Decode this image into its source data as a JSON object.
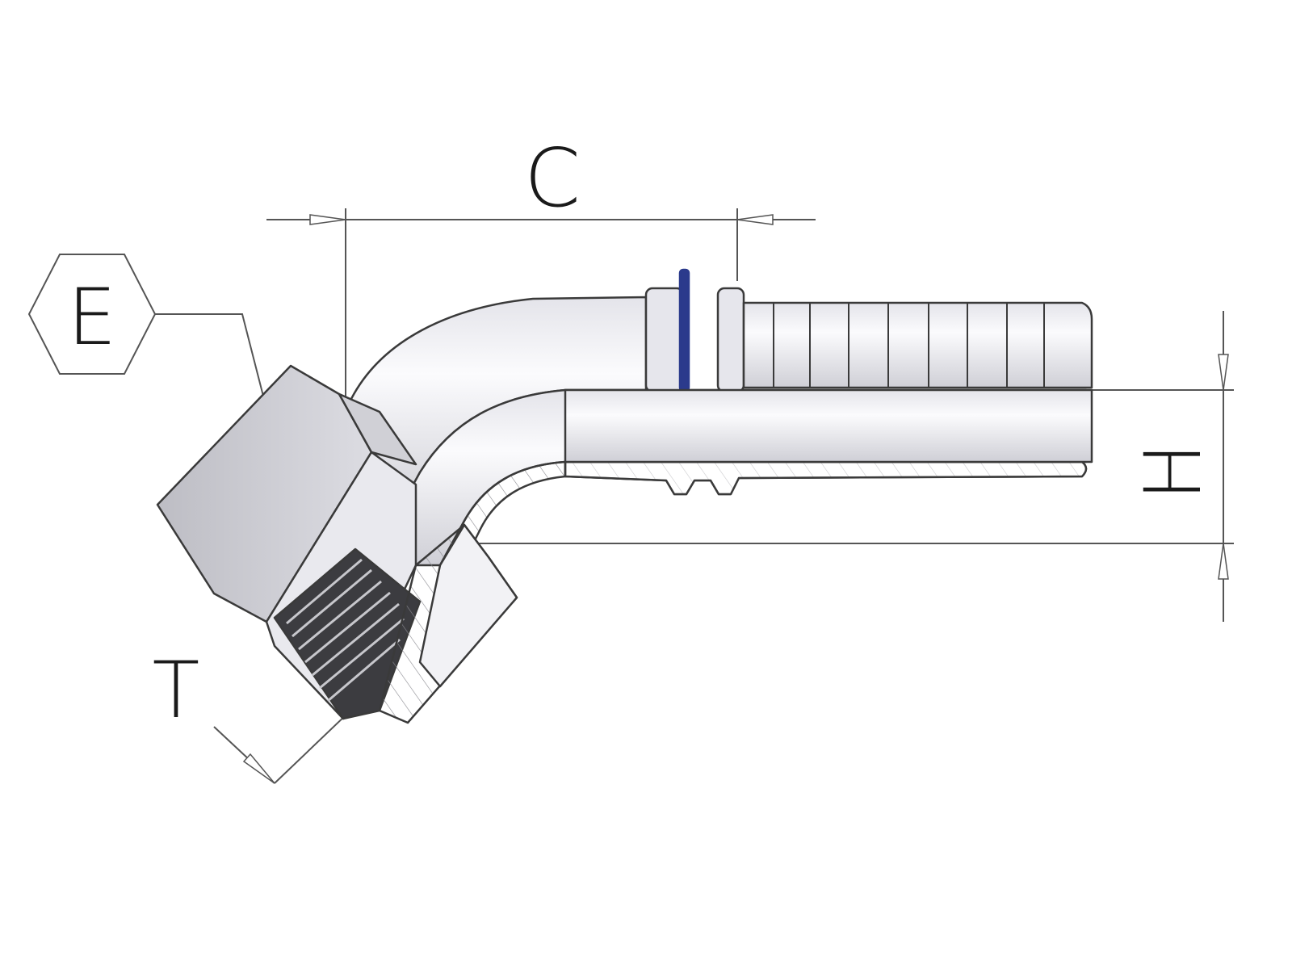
{
  "labels": {
    "dim_c": "C",
    "dim_e": "E",
    "dim_h": "H",
    "dim_t": "T"
  },
  "colors": {
    "line": "#3a3a3a",
    "body_light": "#f4f4f7",
    "body_mid": "#d6d6dc",
    "nut_face": "#c9c9cf",
    "nut_face_light": "#e9e9ee",
    "thread_dark": "#3c3c40",
    "o_ring": "#2b3a8c",
    "dim_line": "#555555"
  }
}
